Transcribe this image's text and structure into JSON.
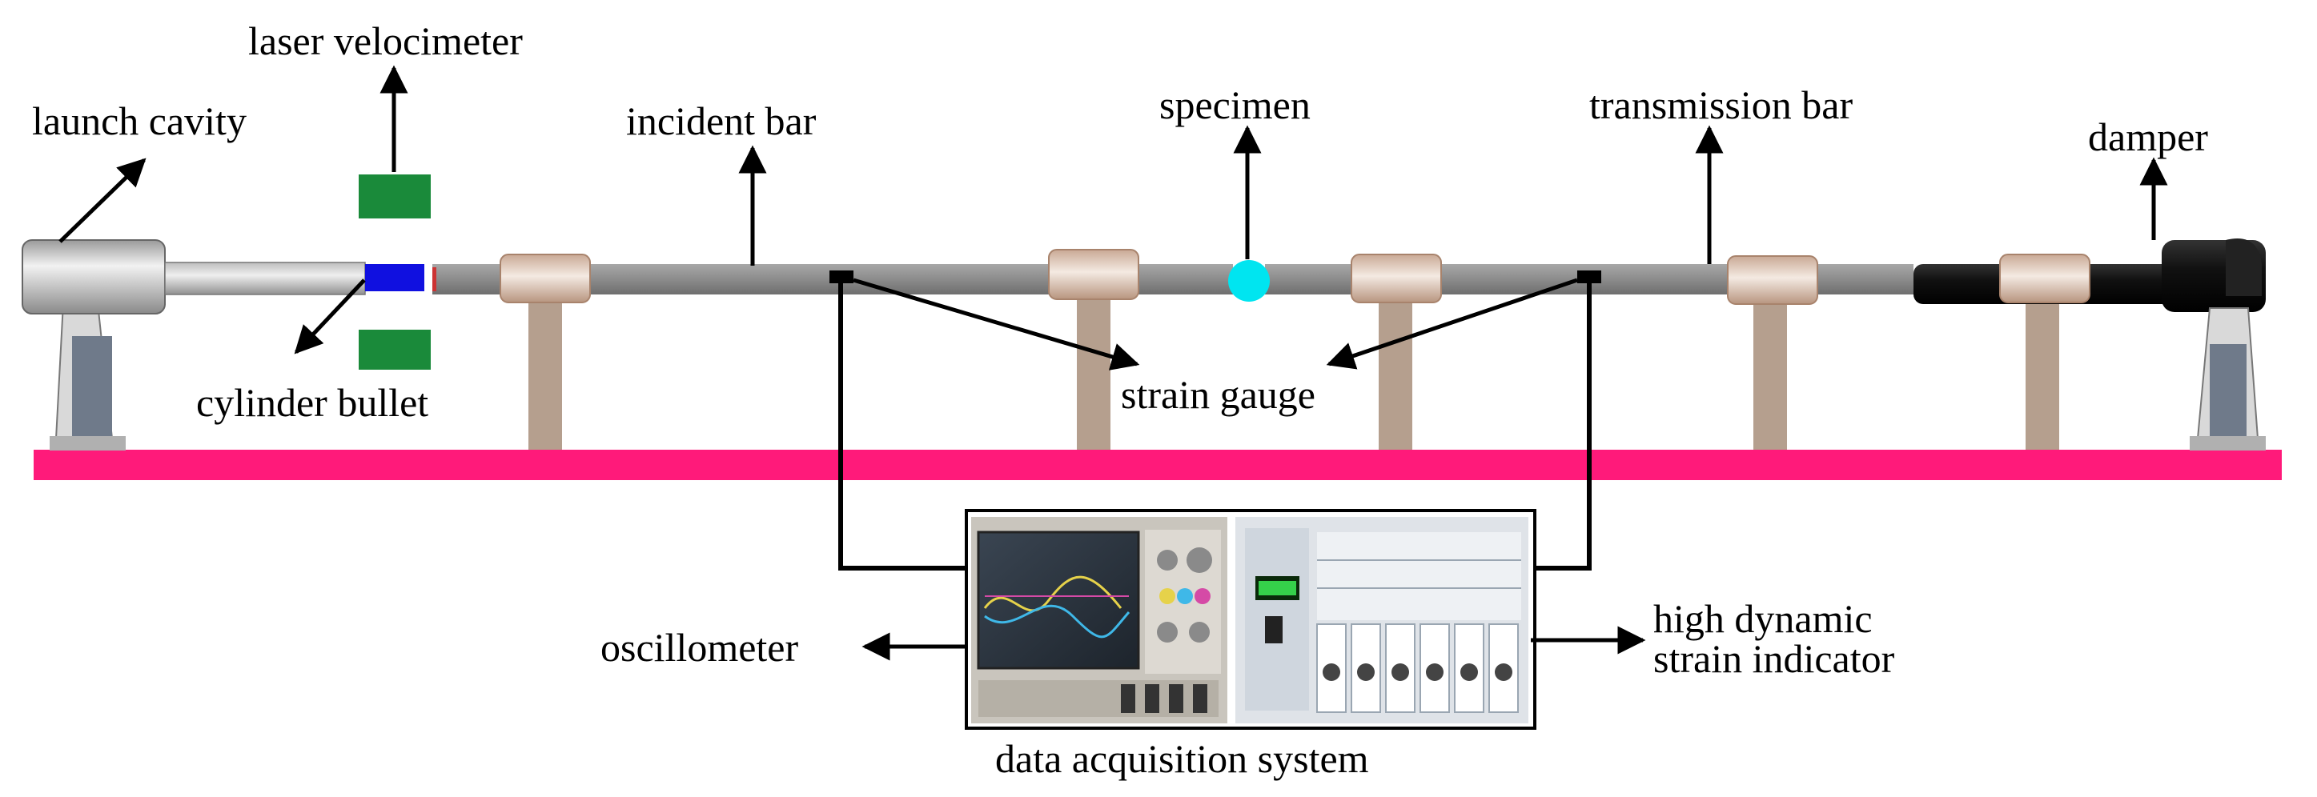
{
  "labels": {
    "laser_velocimeter": "laser velocimeter",
    "launch_cavity": "launch cavity",
    "incident_bar": "incident bar",
    "specimen": "specimen",
    "transmission_bar": "transmission bar",
    "damper": "damper",
    "cylinder_bullet": "cylinder bullet",
    "strain_gauge": "strain gauge",
    "oscillometer": "oscillometer",
    "high_dynamic_line1": "high dynamic",
    "high_dynamic_line2": "strain indicator",
    "data_acquisition_system": "data acquisition system"
  },
  "colors": {
    "rail": "#ff1a7a",
    "bar": "#8c8c8c",
    "bullet": "#1010e0",
    "specimen": "#00e5f0",
    "laser_sensor": "#1a8a3a",
    "support_post": "#b59f8e",
    "clamp": "#e8d2c0",
    "damper_body": "#151515",
    "launcher": "#c8c8c8"
  },
  "icons": {
    "launch_cavity": "launcher-icon",
    "oscilloscope_photo": "oscilloscope-photo",
    "strain_indicator_photo": "strain-indicator-photo"
  }
}
